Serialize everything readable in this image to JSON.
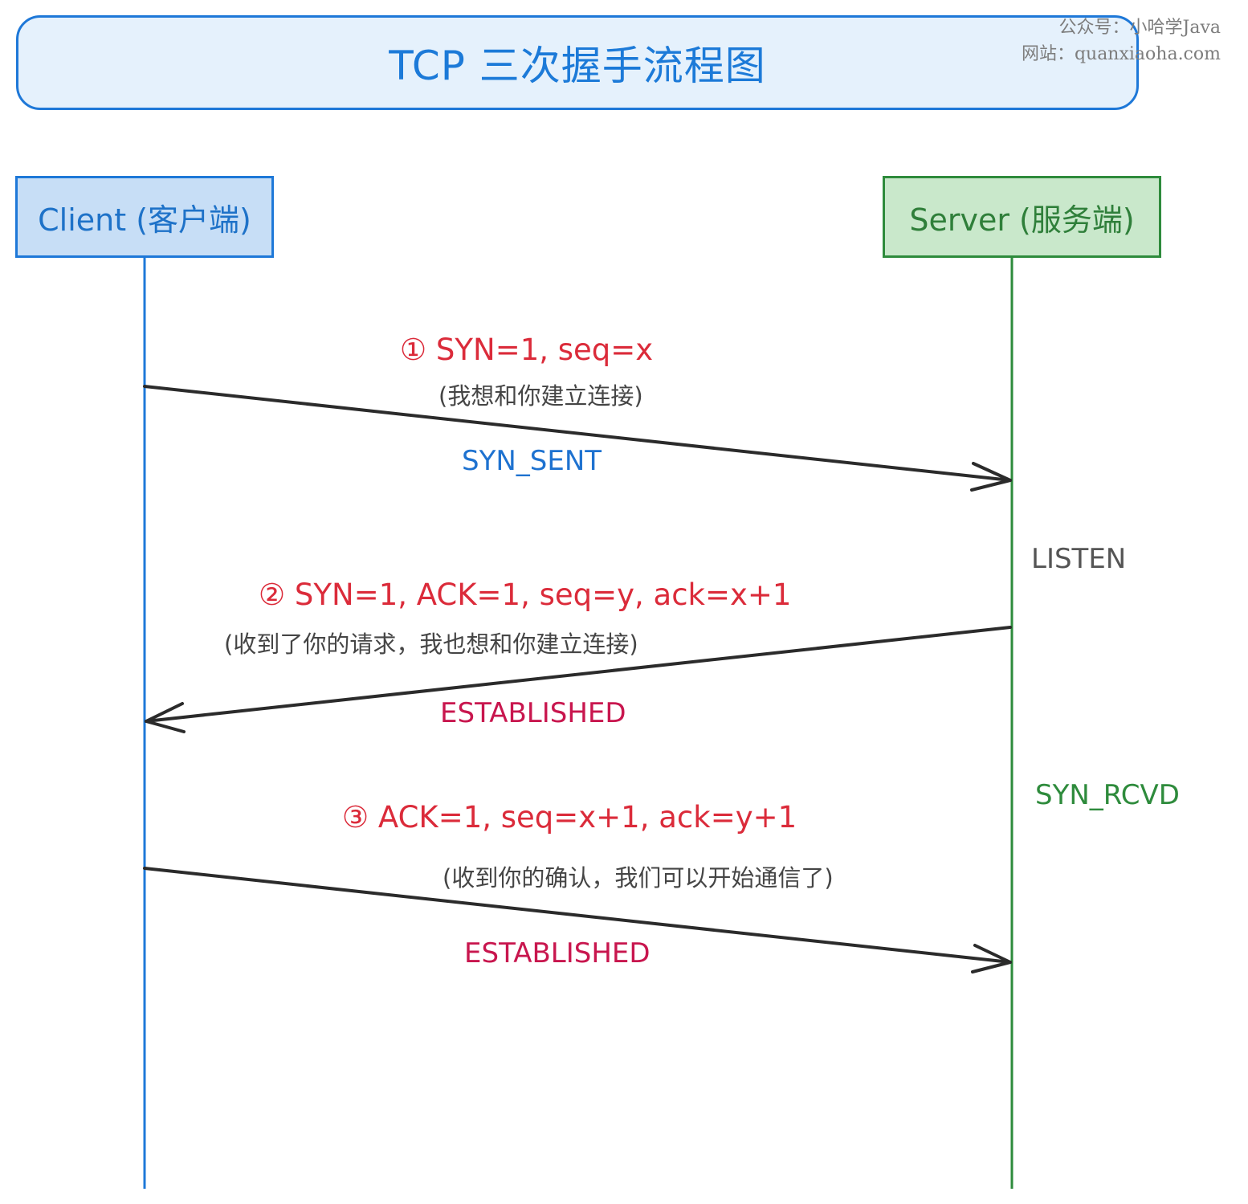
{
  "title": "TCP 三次握手流程图",
  "watermark": {
    "line1": "公众号：小哈学Java",
    "line2": "网站：quanxiaoha.com"
  },
  "actors": {
    "client": {
      "label": "Client (客户端)",
      "color": "#1e78d8",
      "fill": "#c7def6"
    },
    "server": {
      "label": "Server (服务端)",
      "color": "#2e8b3c",
      "fill": "#c9e8cb"
    }
  },
  "messages": [
    {
      "step": "①",
      "direction": "client-to-server",
      "label": "① SYN=1, seq=x",
      "note": "(我想和你建立连接)",
      "state": "SYN_SENT",
      "state_color": "#1e72d0"
    },
    {
      "step": "②",
      "direction": "server-to-client",
      "label": "② SYN=1, ACK=1, seq=y, ack=x+1",
      "note": "(收到了你的请求，我也想和你建立连接)",
      "state": "ESTABLISHED",
      "state_color": "#c8164e"
    },
    {
      "step": "③",
      "direction": "client-to-server",
      "label": "③ ACK=1, seq=x+1, ack=y+1",
      "note": "(收到你的确认，我们可以开始通信了)",
      "state": "ESTABLISHED",
      "state_color": "#c8164e"
    }
  ],
  "server_states": [
    {
      "label": "LISTEN",
      "color": "#555555"
    },
    {
      "label": "SYN_RCVD",
      "color": "#2e8b3c"
    }
  ],
  "colors": {
    "title": "#1c7ad8",
    "message_label": "#db2b3a",
    "arrow": "#2b2b2b"
  }
}
